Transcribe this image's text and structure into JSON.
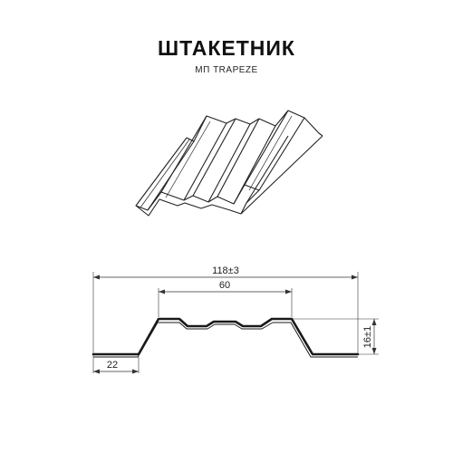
{
  "title": "ШТАКЕТНИК",
  "subtitle": "МП TRAPEZE",
  "dimensions": {
    "overall_width": "118±3",
    "top_width": "60",
    "flange_width": "22",
    "height": "16±1"
  }
}
